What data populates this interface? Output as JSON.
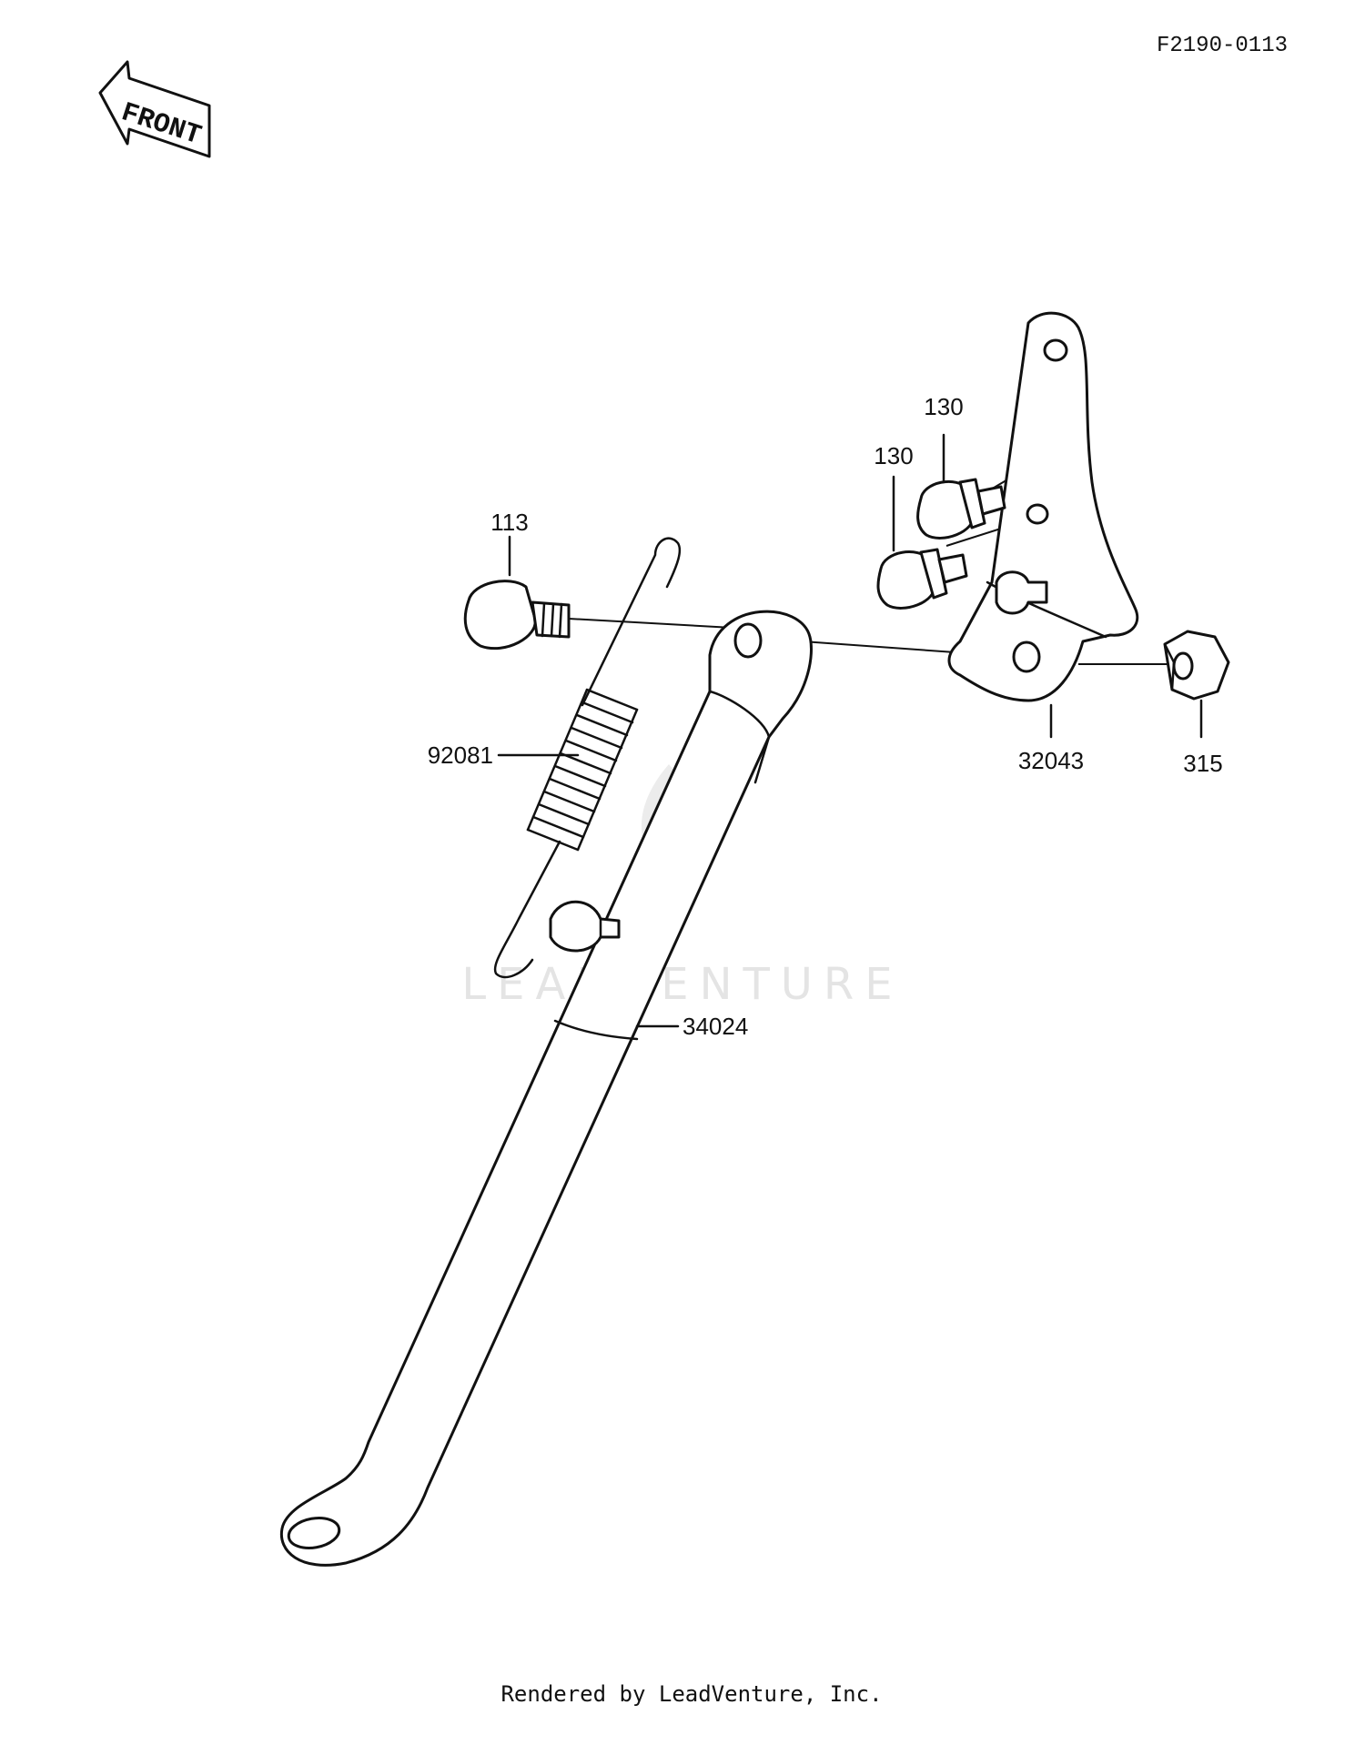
{
  "diagram": {
    "code": "F2190-0113",
    "front_label": "FRONT",
    "watermark": "LEADVENTURE",
    "footer": "Rendered by LeadVenture, Inc.",
    "callouts": {
      "bolt_113": "113",
      "bolt_130_upper": "130",
      "bolt_130_lower": "130",
      "spring_92081": "92081",
      "bracket_32043": "32043",
      "nut_315": "315",
      "stand_34024": "34024"
    }
  }
}
